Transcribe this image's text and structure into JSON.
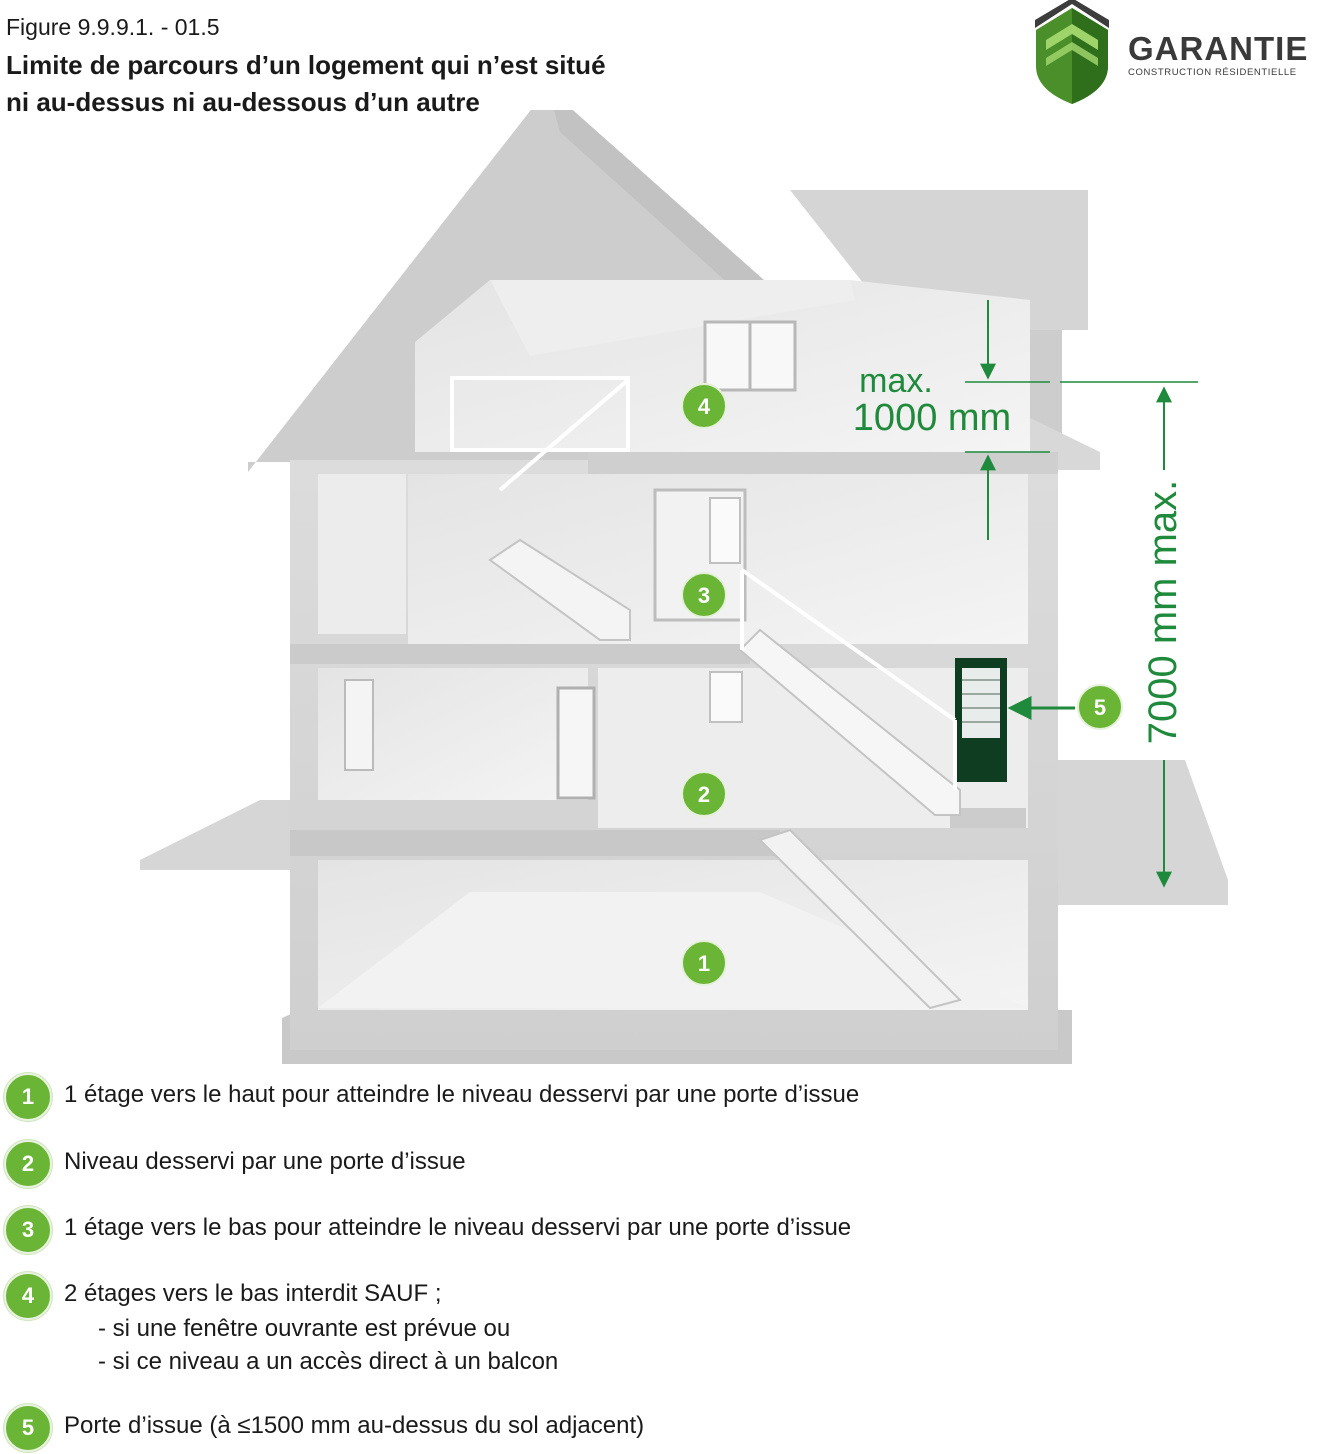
{
  "header": {
    "figure_number": "Figure 9.9.9.1. - 01.5",
    "title_line1": "Limite de parcours d’un logement qui n’est situé",
    "title_line2": "ni au-dessus ni au-dessous d’un autre"
  },
  "logo": {
    "name": "GARANTIE",
    "subtitle": "CONSTRUCTION RÉSIDENTIELLE"
  },
  "colors": {
    "accent_green": "#6bb536",
    "dimension_green": "#1f8a3c",
    "door_green": "#0f3d22",
    "building_gray": "#d3d3d3"
  },
  "diagram": {
    "markers": [
      "1",
      "2",
      "3",
      "4",
      "5"
    ],
    "dimension_top_line1": "max.",
    "dimension_top_line2": "1000 mm",
    "dimension_side": "7000 mm max."
  },
  "legend": [
    {
      "number": "1",
      "text": "1 étage vers le haut pour atteindre le niveau desservi par une porte d’issue",
      "sub": []
    },
    {
      "number": "2",
      "text": "Niveau desservi par une porte d’issue",
      "sub": []
    },
    {
      "number": "3",
      "text": "1 étage vers le bas pour atteindre le niveau desservi par une porte d’issue",
      "sub": []
    },
    {
      "number": "4",
      "text": "2 étages vers le bas interdit SAUF ;",
      "sub": [
        "- si une fenêtre ouvrante est prévue ou",
        "- si ce niveau a un accès direct à un balcon"
      ]
    },
    {
      "number": "5",
      "text": "Porte d’issue (à ≤1500 mm au-dessus du sol adjacent)",
      "sub": []
    }
  ]
}
